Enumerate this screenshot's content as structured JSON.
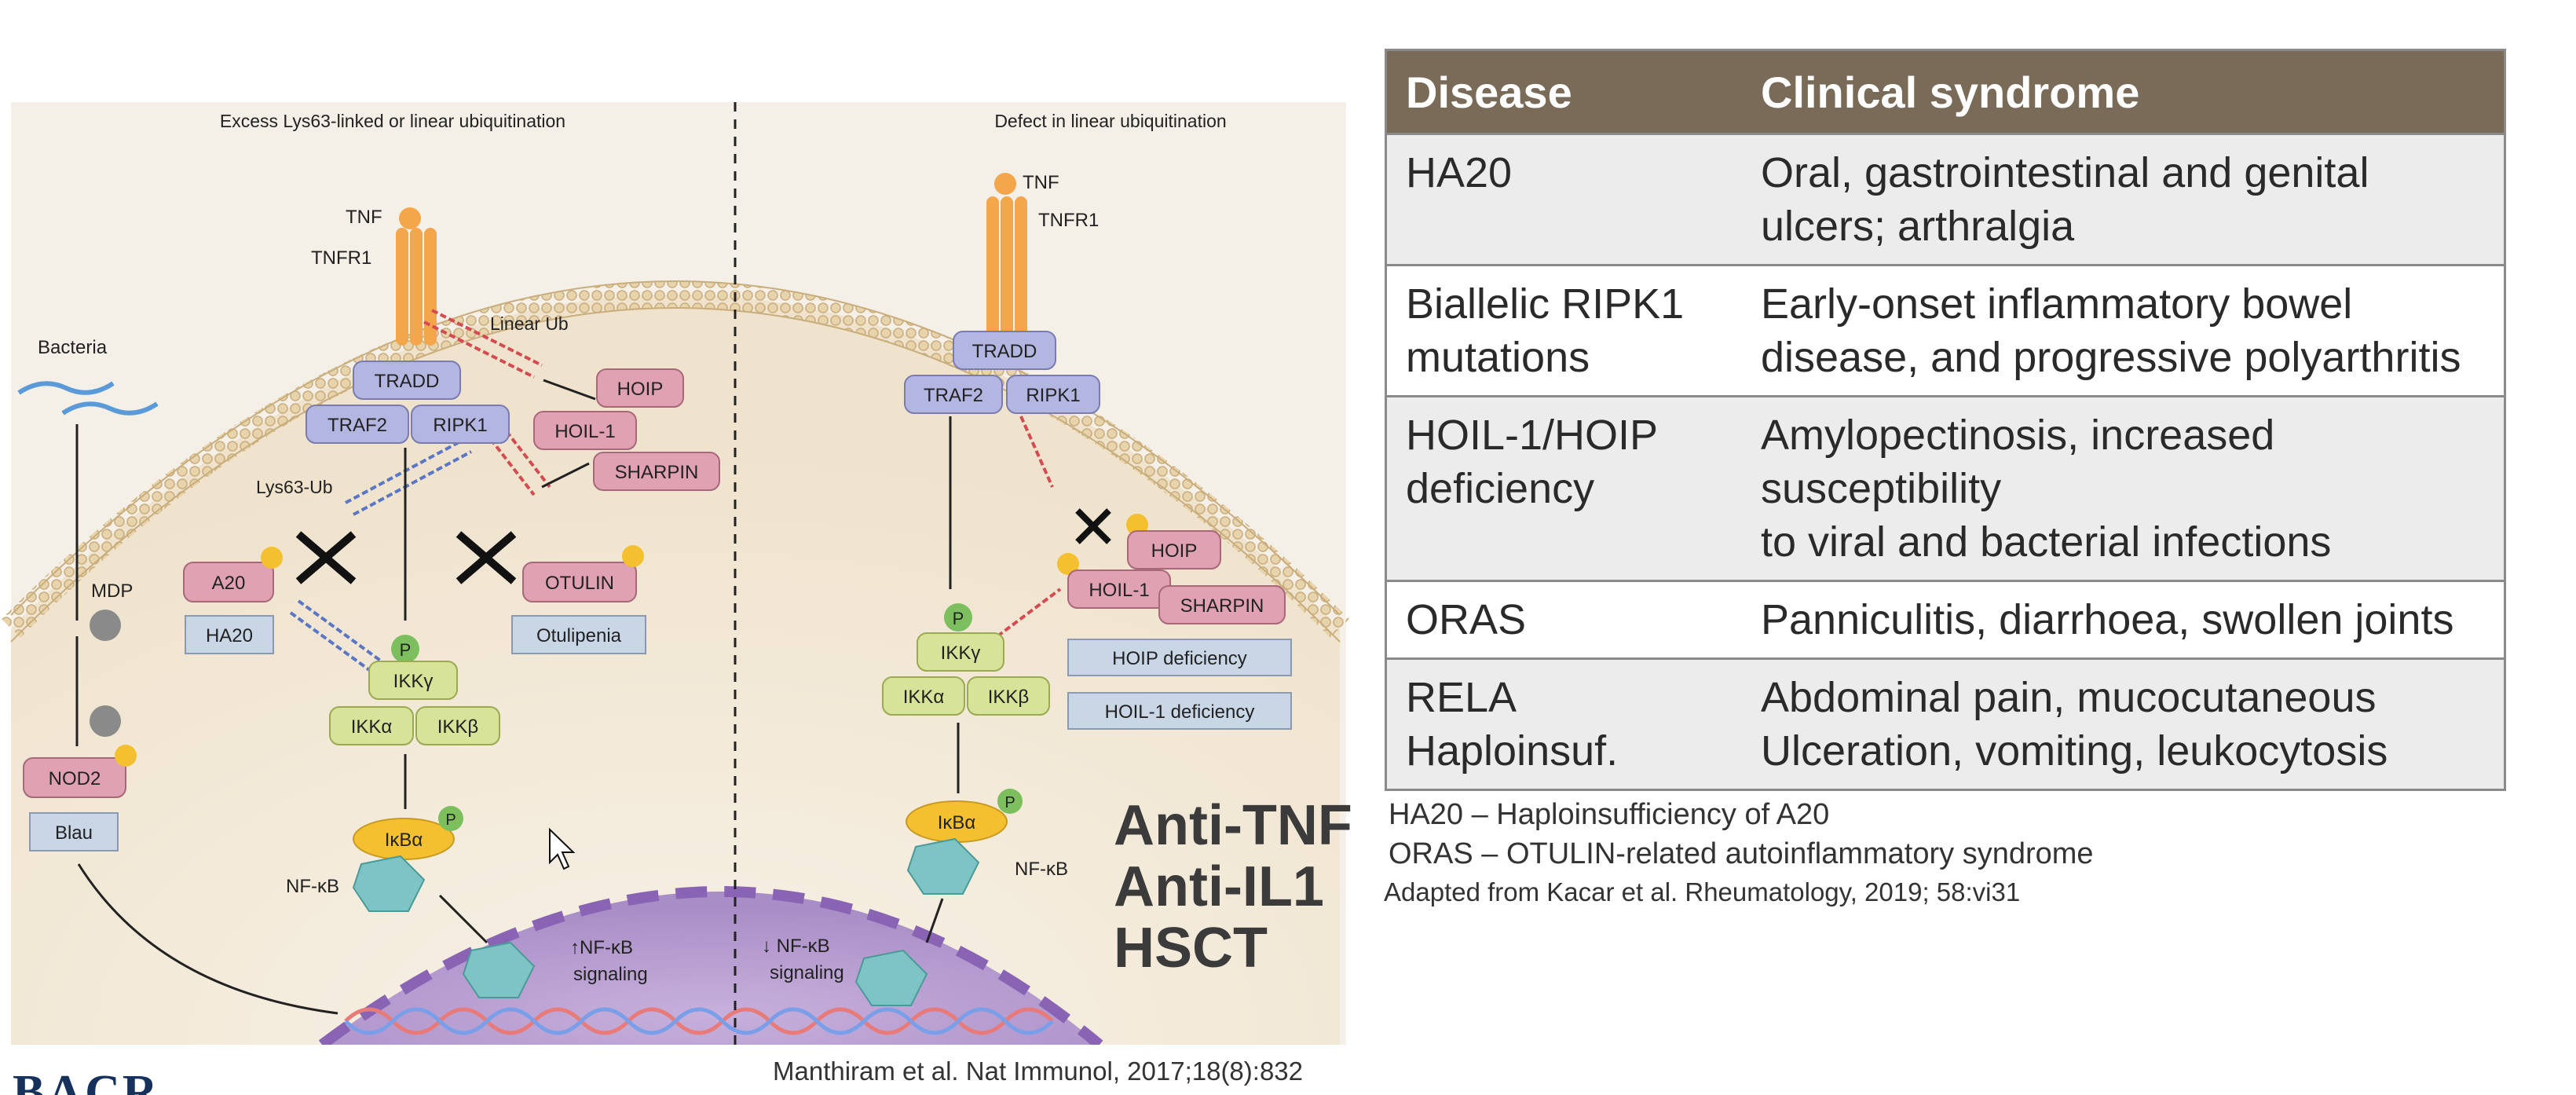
{
  "diagram": {
    "heading_left": "Excess Lys63-linked or linear ubiquitination",
    "heading_right": "Defect in linear ubiquitination",
    "labels": {
      "tnf": "TNF",
      "tnfr1": "TNFR1",
      "linear_ub": "Linear Ub",
      "bacteria": "Bacteria",
      "tradd": "TRADD",
      "traf2": "TRAF2",
      "ripk1": "RIPK1",
      "hoip": "HOIP",
      "hoil1": "HOIL-1",
      "sharpin": "SHARPIN",
      "lys63_ub": "Lys63-Ub",
      "mdp": "MDP",
      "a20": "A20",
      "ha20": "HA20",
      "otulin": "OTULIN",
      "otulipenia": "Otulipenia",
      "p": "P",
      "ikkg": "IKKγ",
      "ikka": "IKKα",
      "ikkb": "IKKβ",
      "nod2": "NOD2",
      "blau": "Blau",
      "ikba": "IκBα",
      "nfkb": "NF-κB",
      "nfkb_up_1": "↑NF-κB",
      "nfkb_up_2": "signaling",
      "nfkb_down_1": "↓ NF-κB",
      "nfkb_down_2": "signaling",
      "hoip_def": "HOIP deficiency",
      "hoil1_def": "HOIL-1 deficiency"
    },
    "colors": {
      "cytoplasm": "#f3ead9",
      "membrane": "#d9c39a",
      "nucleus": "#b89ad0",
      "receptor": "#f3a64a",
      "purple_box": "#b4b6e2",
      "pink_box": "#e0a2b2",
      "green_box": "#d8e39a",
      "label_box": "#c9d6e6",
      "ub_red": "#d44b52",
      "ub_blue": "#5b76c4",
      "nfkb": "#7fc4c4"
    }
  },
  "therapy": [
    "Anti-TNF",
    "Anti-IL1",
    "HSCT"
  ],
  "citation": "Manthiram et al. Nat Immunol, 2017;18(8):832",
  "logo_text": "BACR",
  "table": {
    "headers": [
      "Disease",
      "Clinical syndrome"
    ],
    "rows": [
      {
        "disease": [
          "HA20"
        ],
        "syndrome": [
          "Oral, gastrointestinal and genital",
          "ulcers; arthralgia"
        ]
      },
      {
        "disease": [
          "Biallelic RIPK1",
          "mutations"
        ],
        "syndrome": [
          "Early-onset inflammatory bowel",
          "disease, and progressive polyarthritis"
        ]
      },
      {
        "disease": [
          "HOIL-1/HOIP",
          "deficiency"
        ],
        "syndrome": [
          "Amylopectinosis, increased",
          "susceptibility",
          "to viral and bacterial infections"
        ]
      },
      {
        "disease": [
          "ORAS"
        ],
        "syndrome": [
          "Panniculitis, diarrhoea, swollen joints"
        ]
      },
      {
        "disease": [
          "RELA",
          "Haploinsuf."
        ],
        "syndrome": [
          "Abdominal pain, mucocutaneous",
          "Ulceration, vomiting, leukocytosis"
        ]
      }
    ]
  },
  "notes": [
    "HA20 – Haploinsufficiency of A20",
    "ORAS – OTULIN-related autoinflammatory syndrome"
  ],
  "adapted": "Adapted from Kacar et al. Rheumatology, 2019; 58:vi31"
}
